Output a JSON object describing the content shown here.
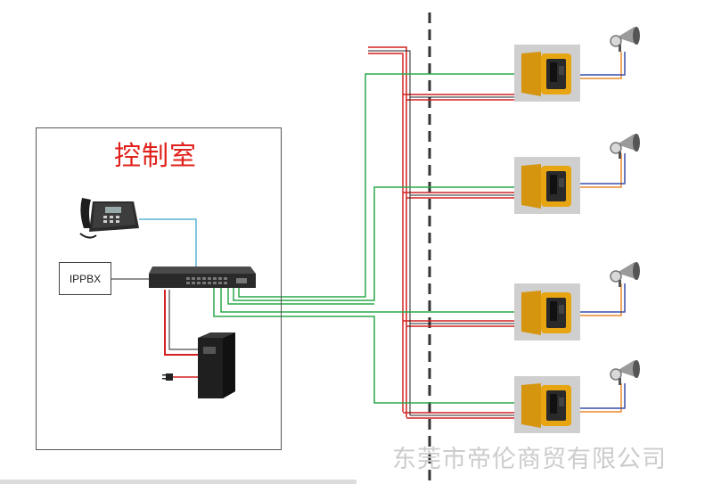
{
  "control_room": {
    "title": "控制室",
    "title_color": "#e0201a"
  },
  "ippbx": {
    "label": "IPPBX"
  },
  "terminals": [
    {
      "id": 1
    },
    {
      "id": 2
    },
    {
      "id": 3
    },
    {
      "id": 4
    }
  ],
  "watermark": {
    "text": "东莞市帝伦商贸有限公司",
    "color": "#cccccc"
  },
  "colors": {
    "fiber_green": "#2aa84a",
    "power_red": "#d42020",
    "phone_cable_cyan": "#5ab4d6",
    "terminal_body": "#e8a512",
    "divider": "#333333",
    "speaker_line_orange": "#e88a2a",
    "speaker_line_blue": "#3a4fa8"
  },
  "icons": {
    "phone": "desk-phone-icon",
    "switch": "network-switch-icon",
    "ups": "ups-tower-icon",
    "plug": "power-plug-icon",
    "terminal": "emergency-phone-cabinet-icon",
    "speaker": "horn-speaker-icon"
  }
}
